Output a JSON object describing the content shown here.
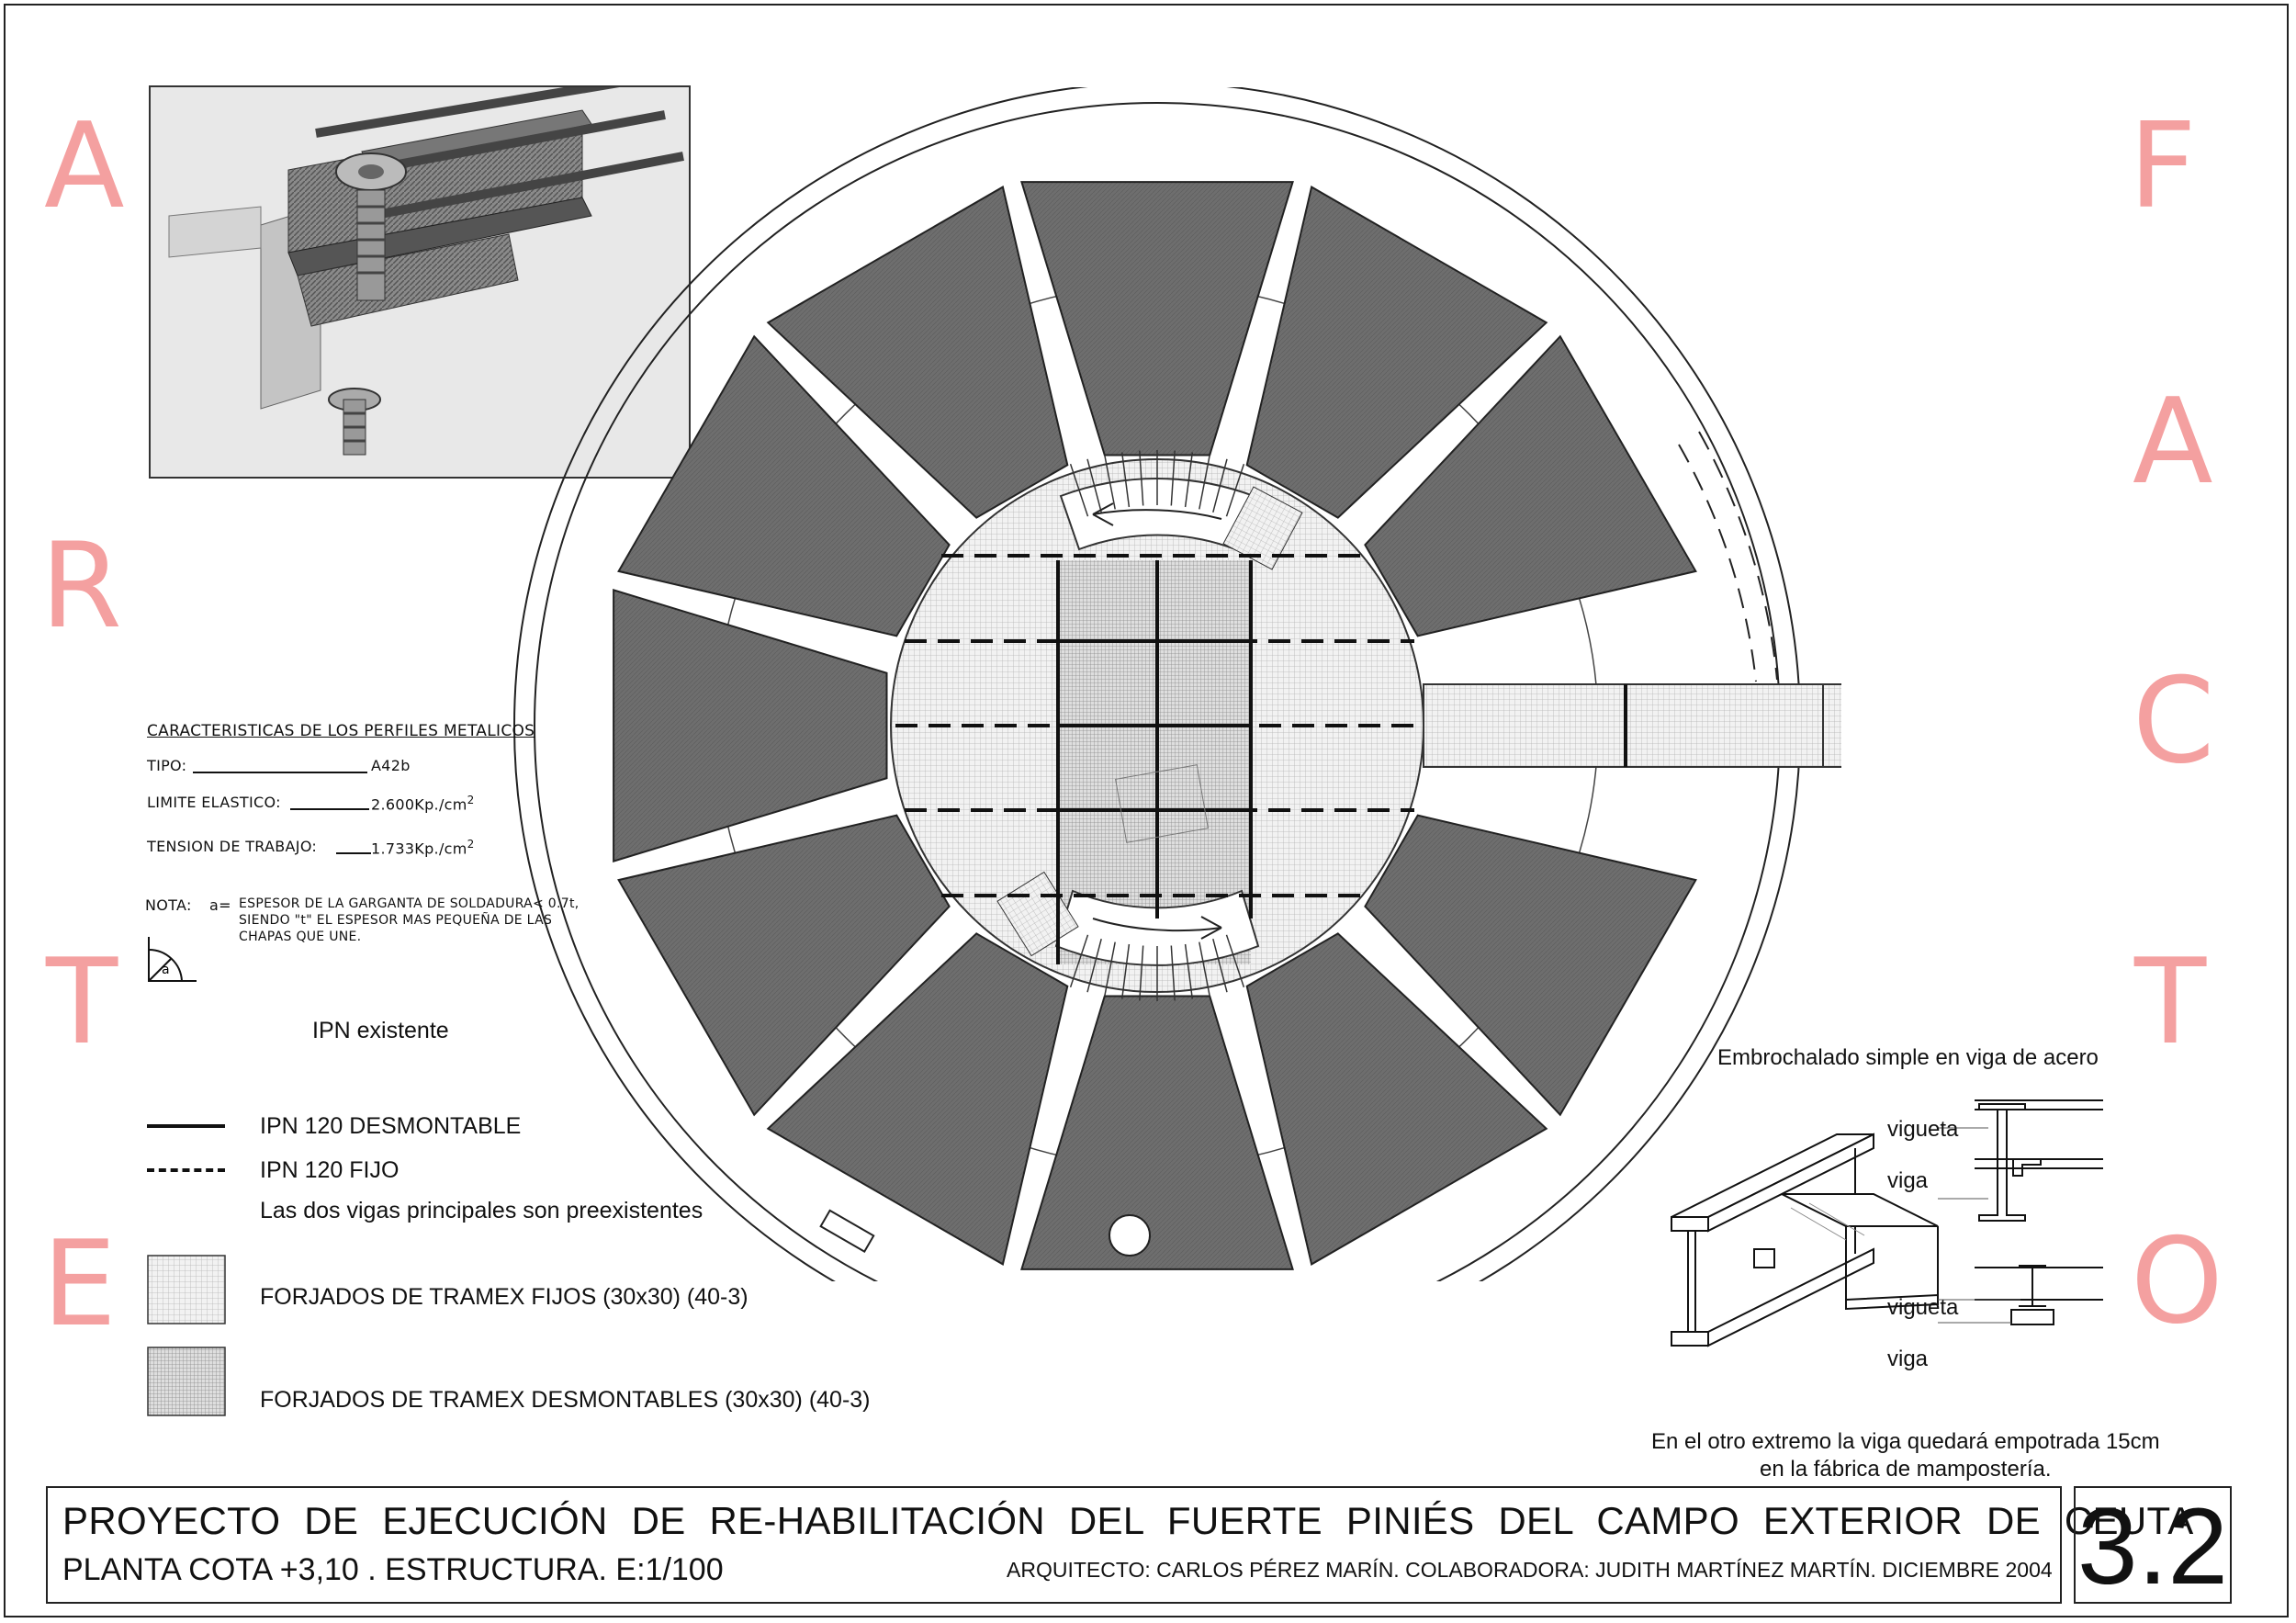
{
  "side_letters": {
    "left": [
      "A",
      "R",
      "T",
      "E"
    ],
    "right": [
      "F",
      "A",
      "C",
      "T",
      "O"
    ]
  },
  "specs": {
    "title": "CARACTERISTICAS DE LOS PERFILES METALICOS",
    "rows": [
      {
        "label": "TIPO:",
        "value": "A42b"
      },
      {
        "label": "LIMITE ELASTICO:",
        "value": "2.600Kp./cm",
        "sup": "2"
      },
      {
        "label": "TENSION DE TRABAJO:",
        "value": "1.733Kp./cm",
        "sup": "2"
      }
    ],
    "note_label": "NOTA:",
    "note_symbol": "a=",
    "note_lines": [
      "ESPESOR DE LA GARGANTA DE SOLDADURA< 0.7t,",
      "SIENDO \"t\" EL ESPESOR MAS PEQUEÑA DE LAS",
      "CHAPAS QUE UNE."
    ]
  },
  "legend": {
    "ipn_existente": "IPN existente",
    "ipn_desmontable": "IPN 120 DESMONTABLE",
    "ipn_fijo": "IPN 120 FIJO",
    "vigas_note": "Las dos vigas principales son preexistentes",
    "forjados_fijos": "FORJADOS DE TRAMEX FIJOS (30x30) (40-3)",
    "forjados_desmontables": "FORJADOS DE TRAMEX DESMONTABLES (30x30) (40-3)"
  },
  "detail": {
    "title": "Embrochalado simple en viga de acero",
    "label_vigueta": "vigueta",
    "label_viga": "viga",
    "note_line1": "En el otro extremo la viga quedará empotrada 15cm",
    "note_line2": "en la fábrica de mampostería."
  },
  "title_block": {
    "project": "PROYECTO DE EJECUCIÓN DE RE-HABILITACIÓN DEL FUERTE PINIÉS DEL CAMPO EXTERIOR DE CEUTA",
    "sheet_title": "PLANTA COTA +3,10 . ESTRUCTURA. E:1/100",
    "credits": "ARQUITECTO: CARLOS PÉREZ MARÍN. COLABORADORA: JUDITH MARTÍNEZ MARTÍN. DICIEMBRE 2004",
    "sheet_number": "3.2"
  },
  "colors": {
    "accent_letters": "#f4a0a0",
    "slab_dark": "#6b6b6b",
    "grating_light": "#dcdcdc",
    "grating_dense": "#bdbdbd"
  }
}
